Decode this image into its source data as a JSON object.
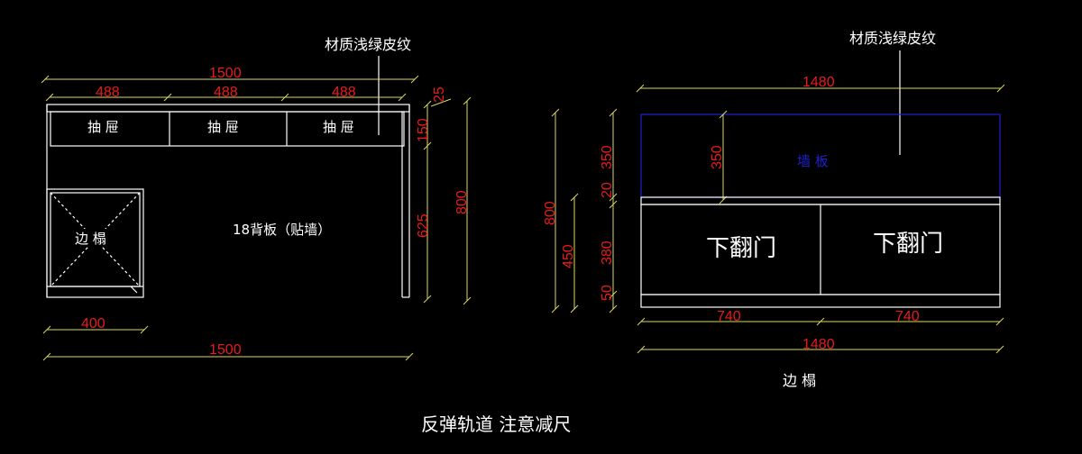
{
  "left_view": {
    "material_note": "材质浅绿皮纹",
    "top_total_dim": "1500",
    "drawer_width_dims": [
      "488",
      "488",
      "488"
    ],
    "drawer_labels": [
      "抽 屉",
      "抽 屉",
      "抽 屉"
    ],
    "side_cabinet_label": "边 榻",
    "back_panel_label": "18背板（贴墙）",
    "dim_25": "25",
    "dim_150": "150",
    "dim_625": "625",
    "dim_800": "800",
    "side_width_dim": "400",
    "bottom_total_dim": "1500"
  },
  "right_view": {
    "material_note": "材质浅绿皮纹",
    "top_total_dim": "1480",
    "wall_panel_label": "墙 板",
    "wall_panel_inner_dim": "350",
    "door_labels": [
      "下翻门",
      "下翻门"
    ],
    "height_dims": [
      "800",
      "450"
    ],
    "stack_dims": [
      "350",
      "20",
      "380",
      "50"
    ],
    "door_width_dims": [
      "740",
      "740"
    ],
    "bottom_total_dim": "1480",
    "side_label": "边 榻"
  },
  "footer_note": "反弹轨道  注意减尺",
  "colors": {
    "dimension_text": "#e81b1b",
    "dimension_line": "#d8d860",
    "object_line": "#ffffff",
    "wall_panel": "#2020d0",
    "background": "#000000"
  }
}
